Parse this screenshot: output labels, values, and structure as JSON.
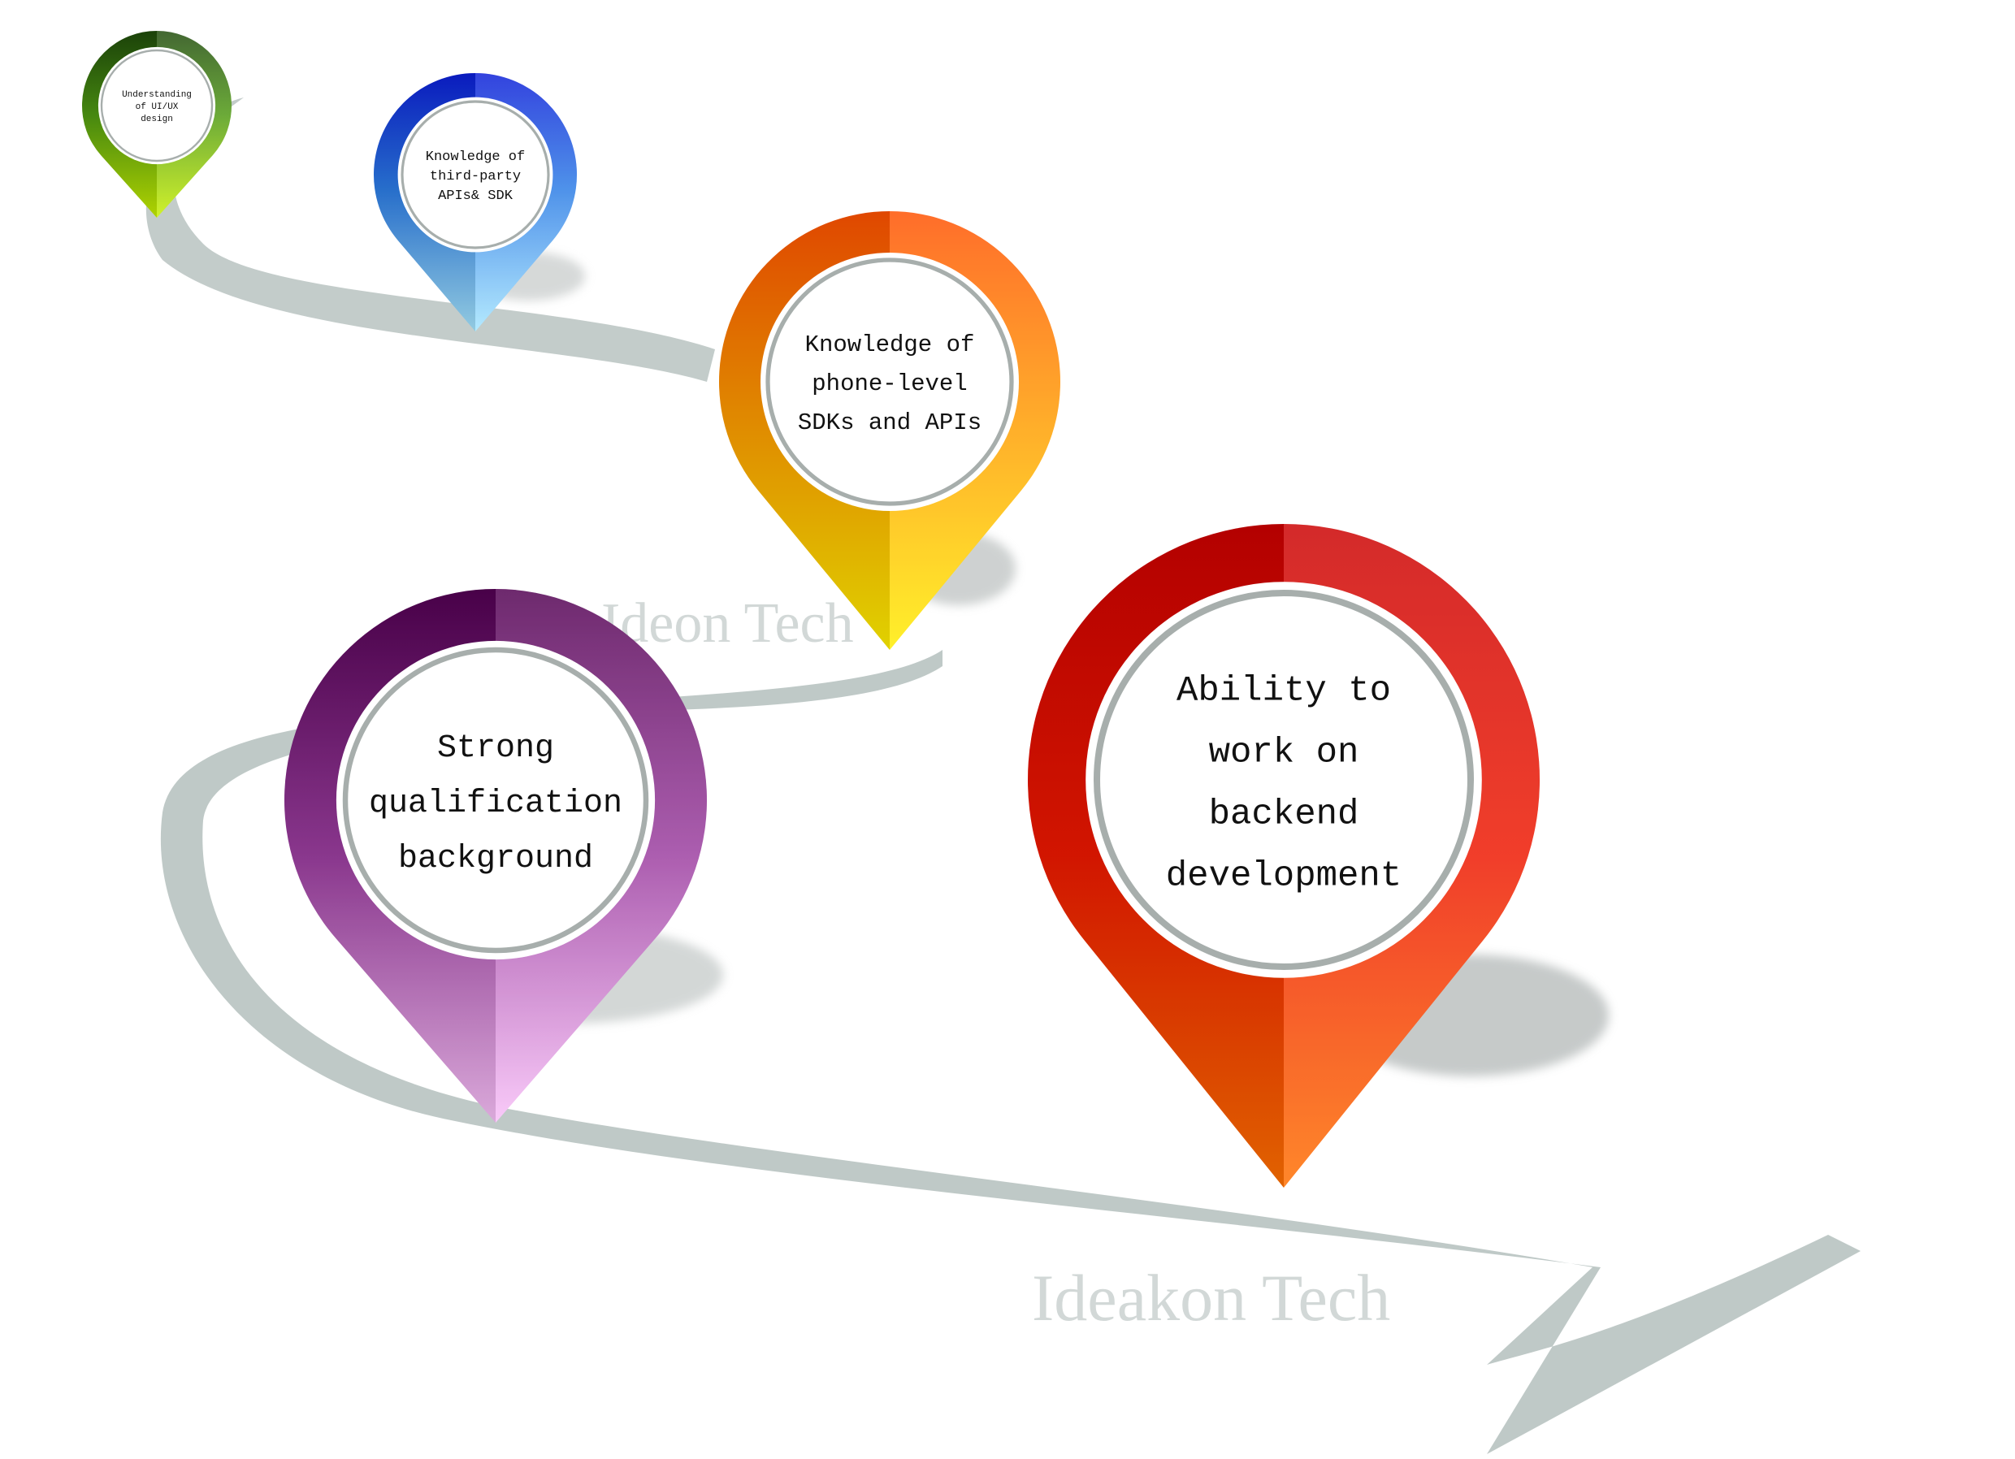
{
  "watermark": {
    "text_upper": "Ideon Tech",
    "text_lower": "Ideakon Tech"
  },
  "pins": [
    {
      "id": "ui-ux",
      "lines": [
        "Understanding",
        "of UI/UX",
        "design"
      ],
      "colors": [
        "#2d5b10",
        "#9ddc12"
      ]
    },
    {
      "id": "third-party",
      "lines": [
        "Knowledge of",
        "third-party",
        "APIs& SDK"
      ],
      "colors": [
        "#1b3bd2",
        "#8dd6ff"
      ]
    },
    {
      "id": "phone-level",
      "lines": [
        "Knowledge of",
        "phone-level",
        "SDKs and APIs"
      ],
      "colors": [
        "#ff5a0a",
        "#ffe700"
      ]
    },
    {
      "id": "qualification",
      "lines": [
        "Strong",
        "qualification",
        "background"
      ],
      "colors": [
        "#5d0a5b",
        "#f1b7f3"
      ]
    },
    {
      "id": "backend",
      "lines": [
        "Ability to",
        "work on",
        "backend",
        "development"
      ],
      "colors": [
        "#d30000",
        "#ff6a00"
      ]
    }
  ]
}
